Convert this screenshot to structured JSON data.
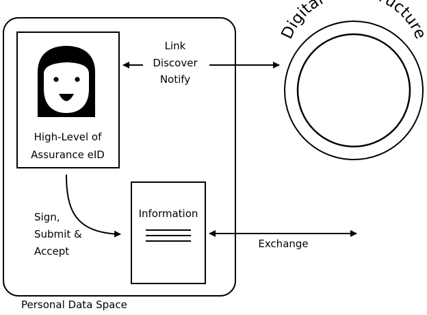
{
  "personal_data_space": {
    "label": "Personal Data Space"
  },
  "identity_card": {
    "lines": [
      "High-Level of",
      "Assurance eID"
    ]
  },
  "information_doc": {
    "title": "Information"
  },
  "link_arrow": {
    "lines": [
      "Link",
      "Discover",
      "Notify"
    ]
  },
  "sign_arrow": {
    "lines": [
      "Sign,",
      "Submit &",
      "Accept"
    ]
  },
  "exchange_arrow": {
    "label": "Exchange"
  },
  "digital_infrastructure": {
    "label": "Digital infrastructure"
  }
}
